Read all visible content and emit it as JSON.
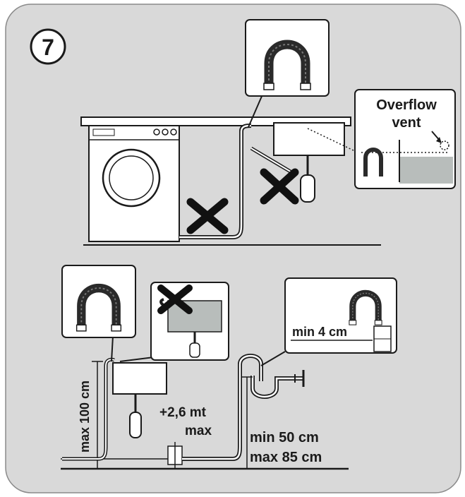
{
  "step": {
    "number": "7"
  },
  "overflow_callout": {
    "line1": "Overflow",
    "line2": "vent"
  },
  "labels": {
    "min_4cm": "min 4 cm",
    "max_100cm": "max 100 cm",
    "extension_line1": "+2,6 mt",
    "extension_line2": "max",
    "min_50cm": "min 50 cm",
    "max_85cm": "max 85 cm"
  },
  "colors": {
    "panel": "#d9d9d9",
    "line": "#1a1a1a",
    "water": "#b8bdbb",
    "hose": "#2a2a2a",
    "cross": "#111111"
  }
}
